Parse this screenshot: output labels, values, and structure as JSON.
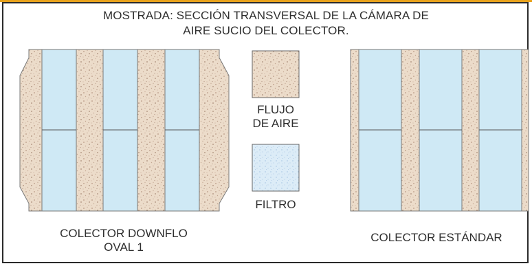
{
  "title": {
    "line1": "MOSTRADA: SECCIÓN TRANSVERSAL DE LA CÁMARA DE",
    "line2": "AIRE SUCIO DEL COLECTOR."
  },
  "legend": {
    "airflow_label_line1": "FLUJO",
    "airflow_label_line2": "DE AIRE",
    "filter_label": "FILTRO"
  },
  "collectors": {
    "downflo_oval_line1": "COLECTOR DOWNFLO",
    "downflo_oval_line2": "OVAL 1",
    "standard": "COLECTOR ESTÁNDAR"
  },
  "colors": {
    "accent_rule": "#e8a21c",
    "frame": "#2a2a2a",
    "airflow_fill": "#ead8c6",
    "filter_fill": "#cfe9f5"
  }
}
